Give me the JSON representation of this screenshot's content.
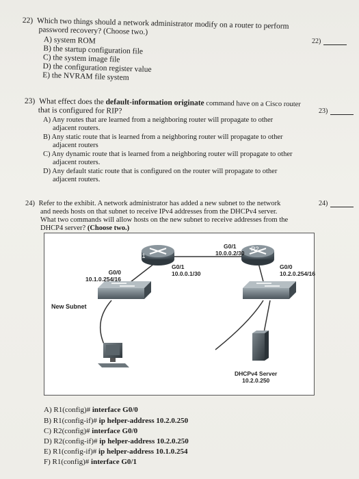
{
  "q22": {
    "number": "22)",
    "text1": "Which two things should a network administrator modify on a router to perform",
    "text2": "password recovery? (Choose two.)",
    "answer_label": "22)",
    "options": [
      "A) system ROM",
      "B) the startup configuration file",
      "C) the system image file",
      "D) the configuration register value",
      "E) the NVRAM file system"
    ]
  },
  "q23": {
    "number": "23)",
    "text_pre": "What effect does the ",
    "text_bold": "default-information originate",
    "text_post": " command have on a Cisco router",
    "text2": "that is configured for RIP?",
    "answer_label": "23)",
    "options": [
      [
        "A) Any routes that are learned from a neighboring router will propagate to other",
        "adjacent routers."
      ],
      [
        "B) Any static route that is learned from a neighboring router will propagate to other",
        "adjacent routers"
      ],
      [
        "C) Any dynamic route that is learned from a neighboring router will propagate to other",
        "adjacent routers."
      ],
      [
        "D) Any default static route that is configured on the router will propagate to other",
        "adjacent routers."
      ]
    ]
  },
  "q24": {
    "number": "24)",
    "text1": "Refer to the exhibit. A network administrator has added a new subnet to the network",
    "text2": "and needs hosts on that subnet to receive IPv4 addresses from the DHCPv4 server.",
    "text3": "What two commands will allow hosts on the new subnet to receive addresses from the",
    "text4_pre": "DHCP4 server? ",
    "text4_bold": "(Choose two.)",
    "answer_label": "24)",
    "exhibit": {
      "r1": "R1",
      "r2": "R2",
      "link_top_if": "G0/1",
      "link_top_ip": "10.0.0.2/30",
      "r1_left_if": "G0/0",
      "r1_left_ip": "10.1.0.254/16",
      "r1_right_if": "G0/1",
      "r1_right_ip": "10.0.0.1/30",
      "r2_right_if": "G0/0",
      "r2_right_ip": "10.2.0.254/16",
      "new_subnet": "New Subnet",
      "server_name": "DHCPv4 Server",
      "server_ip": "10.2.0.250"
    },
    "answers": [
      {
        "pre": "A) R1(config)# ",
        "bold": "interface G0/0"
      },
      {
        "pre": "B) R1(config-if)# ",
        "bold": "ip helper-address 10.2.0.250"
      },
      {
        "pre": "C) R2(config)# ",
        "bold": "interface G0/0"
      },
      {
        "pre": "D) R2(config-if)# ",
        "bold": "ip helper-address 10.2.0.250"
      },
      {
        "pre": "E) R1(config-if)# ",
        "bold": "ip helper-address 10.1.0.254"
      },
      {
        "pre": "F) R1(config)# ",
        "bold": "interface G0/1"
      }
    ]
  }
}
